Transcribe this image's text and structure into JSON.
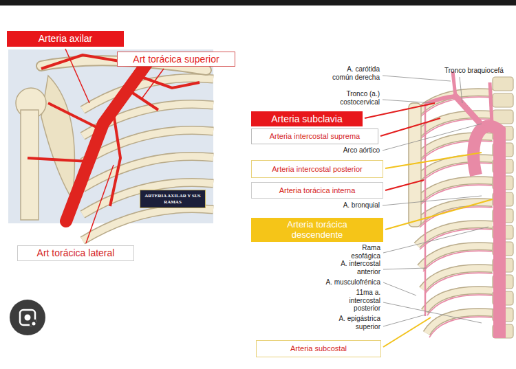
{
  "diagram": {
    "nodes": [
      {
        "text": [
          "Arteria axilar"
        ]
      },
      {
        "text": [
          "Art torácica superior"
        ]
      },
      {
        "text": [
          "ARTERIA AXILAR Y SUS RAMAS"
        ]
      },
      {
        "text": [
          "Art torácica lateral"
        ]
      },
      {
        "text": [
          "Arteria subclavia"
        ]
      },
      {
        "text": [
          "Arteria intercostal suprema"
        ]
      },
      {
        "text": [
          "Arteria intercostal posterior"
        ]
      },
      {
        "text": [
          "Arteria torácica interna"
        ]
      },
      {
        "text": [
          "Arteria torácica descendente"
        ]
      },
      {
        "text": [
          "Arteria subcostal"
        ]
      }
    ],
    "labels": [
      "A. carótida común derecha",
      "Tronco braquiocefá",
      "Tronco (a.) costocervical",
      "Arco aórtico",
      "A. bronquial",
      "Rama esofágica",
      "A. intercostal anterior",
      "A. musculofrénica",
      "11ma a. intercostal posterior",
      "A. epigástrica superior"
    ]
  }
}
